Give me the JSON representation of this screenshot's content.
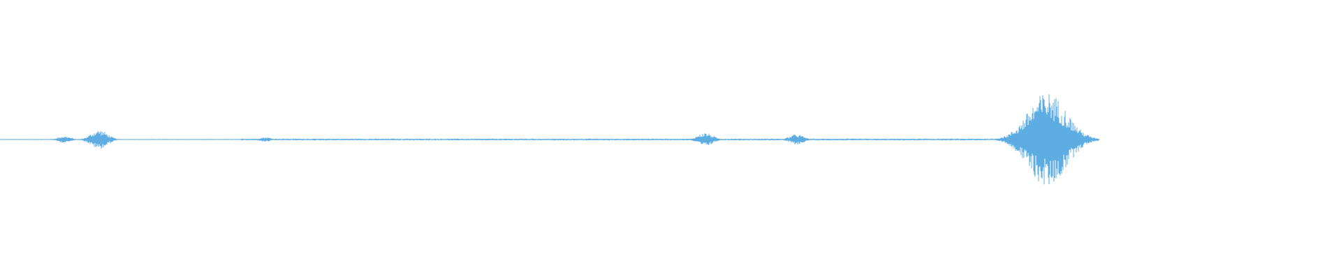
{
  "waveform": {
    "color": "#5DADE2",
    "background": "#FFFFFF",
    "signal_end_fraction": 0.82,
    "baseline_amplitude": 0.01,
    "events": [
      {
        "center": 0.048,
        "peak": 0.07
      },
      {
        "center": 0.074,
        "peak": 0.2
      },
      {
        "center": 0.198,
        "peak": 0.05
      },
      {
        "center": 0.526,
        "peak": 0.14
      },
      {
        "center": 0.594,
        "peak": 0.11
      },
      {
        "center": 0.781,
        "peak": 1.0
      },
      {
        "center": 0.808,
        "peak": 0.1
      }
    ]
  }
}
